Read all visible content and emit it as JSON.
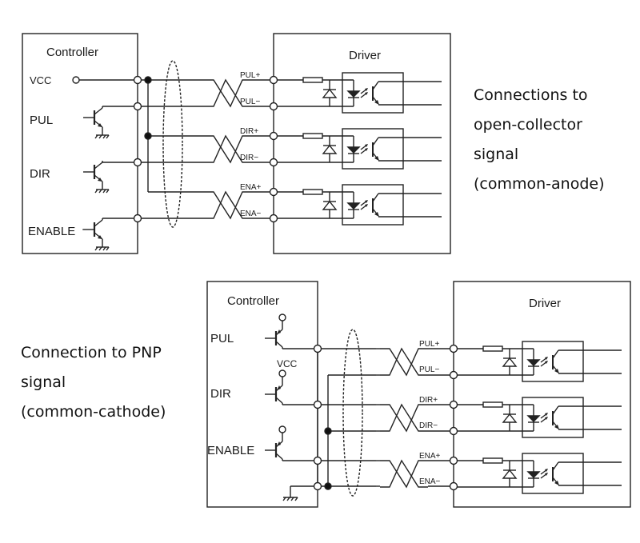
{
  "colors": {
    "line": "#222222",
    "background": "#ffffff",
    "text": "#111111"
  },
  "top_diagram": {
    "controller_title": "Controller",
    "driver_title": "Driver",
    "controller_pins": [
      "VCC",
      "PUL",
      "DIR",
      "ENABLE"
    ],
    "driver_terminals": [
      "PUL+",
      "PUL−",
      "DIR+",
      "DIR−",
      "ENA+",
      "ENA−"
    ],
    "caption": [
      "Connections to",
      "open-collector",
      "signal",
      "(common-anode)"
    ],
    "transistor_type": "NPN open-collector"
  },
  "bottom_diagram": {
    "controller_title": "Controller",
    "driver_title": "Driver",
    "controller_pins": [
      "PUL",
      "DIR",
      "ENABLE"
    ],
    "vcc_label": "VCC",
    "driver_terminals": [
      "PUL+",
      "PUL−",
      "DIR+",
      "DIR−",
      "ENA+",
      "ENA−"
    ],
    "caption": [
      "Connection to PNP",
      "signal",
      "(common-cathode)"
    ],
    "transistor_type": "PNP"
  },
  "symbols": [
    "open-terminal-circle",
    "junction-dot",
    "npn-transistor",
    "pnp-transistor",
    "ground",
    "resistor",
    "diode",
    "optocoupler",
    "twisted-pair",
    "shield-ellipse"
  ]
}
